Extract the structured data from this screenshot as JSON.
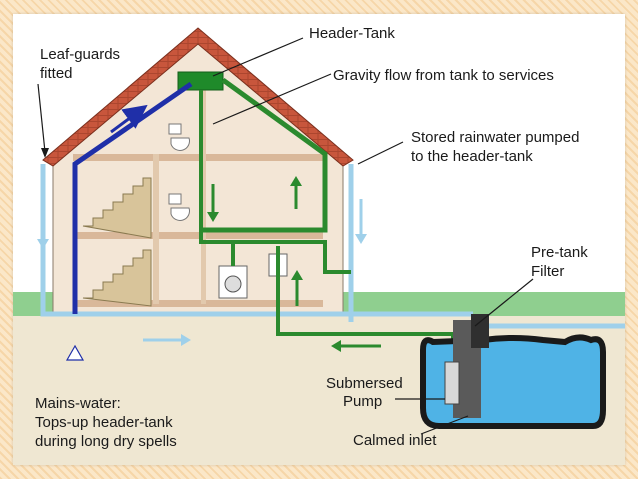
{
  "labels": {
    "header_tank": "Header-Tank",
    "leaf_guards_line1": "Leaf-guards",
    "leaf_guards_line2": "fitted",
    "gravity_flow": "Gravity flow from tank to services",
    "stored_rainwater_line1": "Stored rainwater pumped",
    "stored_rainwater_line2": "to the header-tank",
    "pre_tank_line1": "Pre-tank",
    "pre_tank_line2": "Filter",
    "submersed_line1": "Submersed",
    "submersed_line2": "Pump",
    "calmed_inlet": "Calmed inlet",
    "mains_line1": "Mains-water:",
    "mains_line2": "Tops-up header-tank",
    "mains_line3": "during long dry spells"
  },
  "colors": {
    "mains_pipe": "#1f2fa8",
    "rainwater_pipe": "#2b8a2e",
    "downpipe": "#9fd0ea",
    "tank": "#4fb3e6",
    "roof": "#c8563c",
    "grass": "#8fcf8f",
    "ground": "#efe7d2",
    "house_wall": "#f3e6d6"
  }
}
